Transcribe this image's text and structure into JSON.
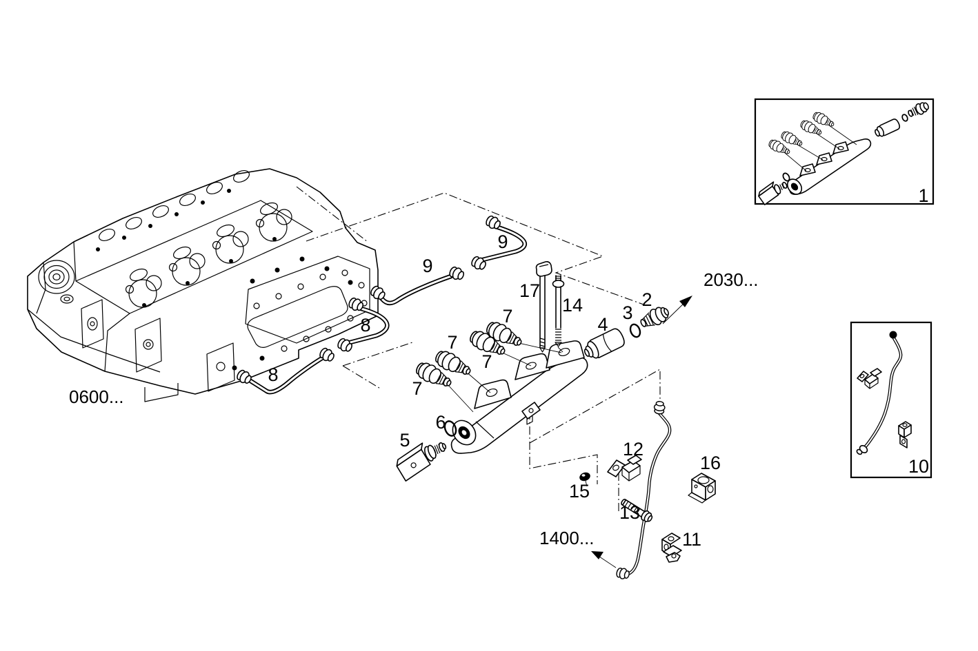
{
  "colors": {
    "background": "#ffffff",
    "line": "#000000"
  },
  "callouts": {
    "c1": "1",
    "c2": "2",
    "c3": "3",
    "c4": "4",
    "c5": "5",
    "c6": "6",
    "c7a": "7",
    "c7b": "7",
    "c7c": "7",
    "c7d": "7",
    "c8a": "8",
    "c8b": "8",
    "c9a": "9",
    "c9b": "9",
    "c10": "10",
    "c11": "11",
    "c12": "12",
    "c13": "13",
    "c14": "14",
    "c15": "15",
    "c16": "16",
    "c17": "17"
  },
  "ref_labels": {
    "cylinder_head": "0600...",
    "rail_outlet": "2030...",
    "return_line": "1400..."
  }
}
